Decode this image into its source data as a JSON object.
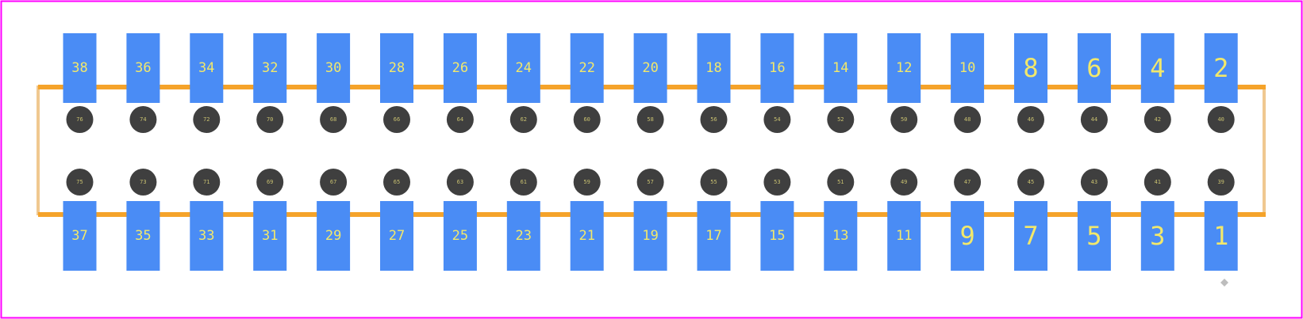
{
  "colors": {
    "background": "#ffffff",
    "boundary": "#ff00ff",
    "pad": "#4a8cf5",
    "pad_label": "#f2e86b",
    "hole": "#3f3f3f",
    "hole_label": "#c8c070",
    "silkscreen": "#f5a32a",
    "silkscreen_edge": "#f0c890",
    "origin_marker": "#bdbdbd"
  },
  "icons": {
    "origin_marker": "diamond-icon"
  },
  "top_pads": [
    "38",
    "36",
    "34",
    "32",
    "30",
    "28",
    "26",
    "24",
    "22",
    "20",
    "18",
    "16",
    "14",
    "12",
    "10",
    "8",
    "6",
    "4",
    "2"
  ],
  "bottom_pads": [
    "37",
    "35",
    "33",
    "31",
    "29",
    "27",
    "25",
    "23",
    "21",
    "19",
    "17",
    "15",
    "13",
    "11",
    "9",
    "7",
    "5",
    "3",
    "1"
  ],
  "upper_holes": [
    "76",
    "74",
    "72",
    "70",
    "68",
    "66",
    "64",
    "62",
    "60",
    "58",
    "56",
    "54",
    "52",
    "50",
    "48",
    "46",
    "44",
    "42",
    "40"
  ],
  "lower_holes": [
    "75",
    "73",
    "71",
    "69",
    "67",
    "65",
    "63",
    "61",
    "59",
    "57",
    "55",
    "53",
    "51",
    "49",
    "47",
    "45",
    "43",
    "41",
    "39"
  ]
}
